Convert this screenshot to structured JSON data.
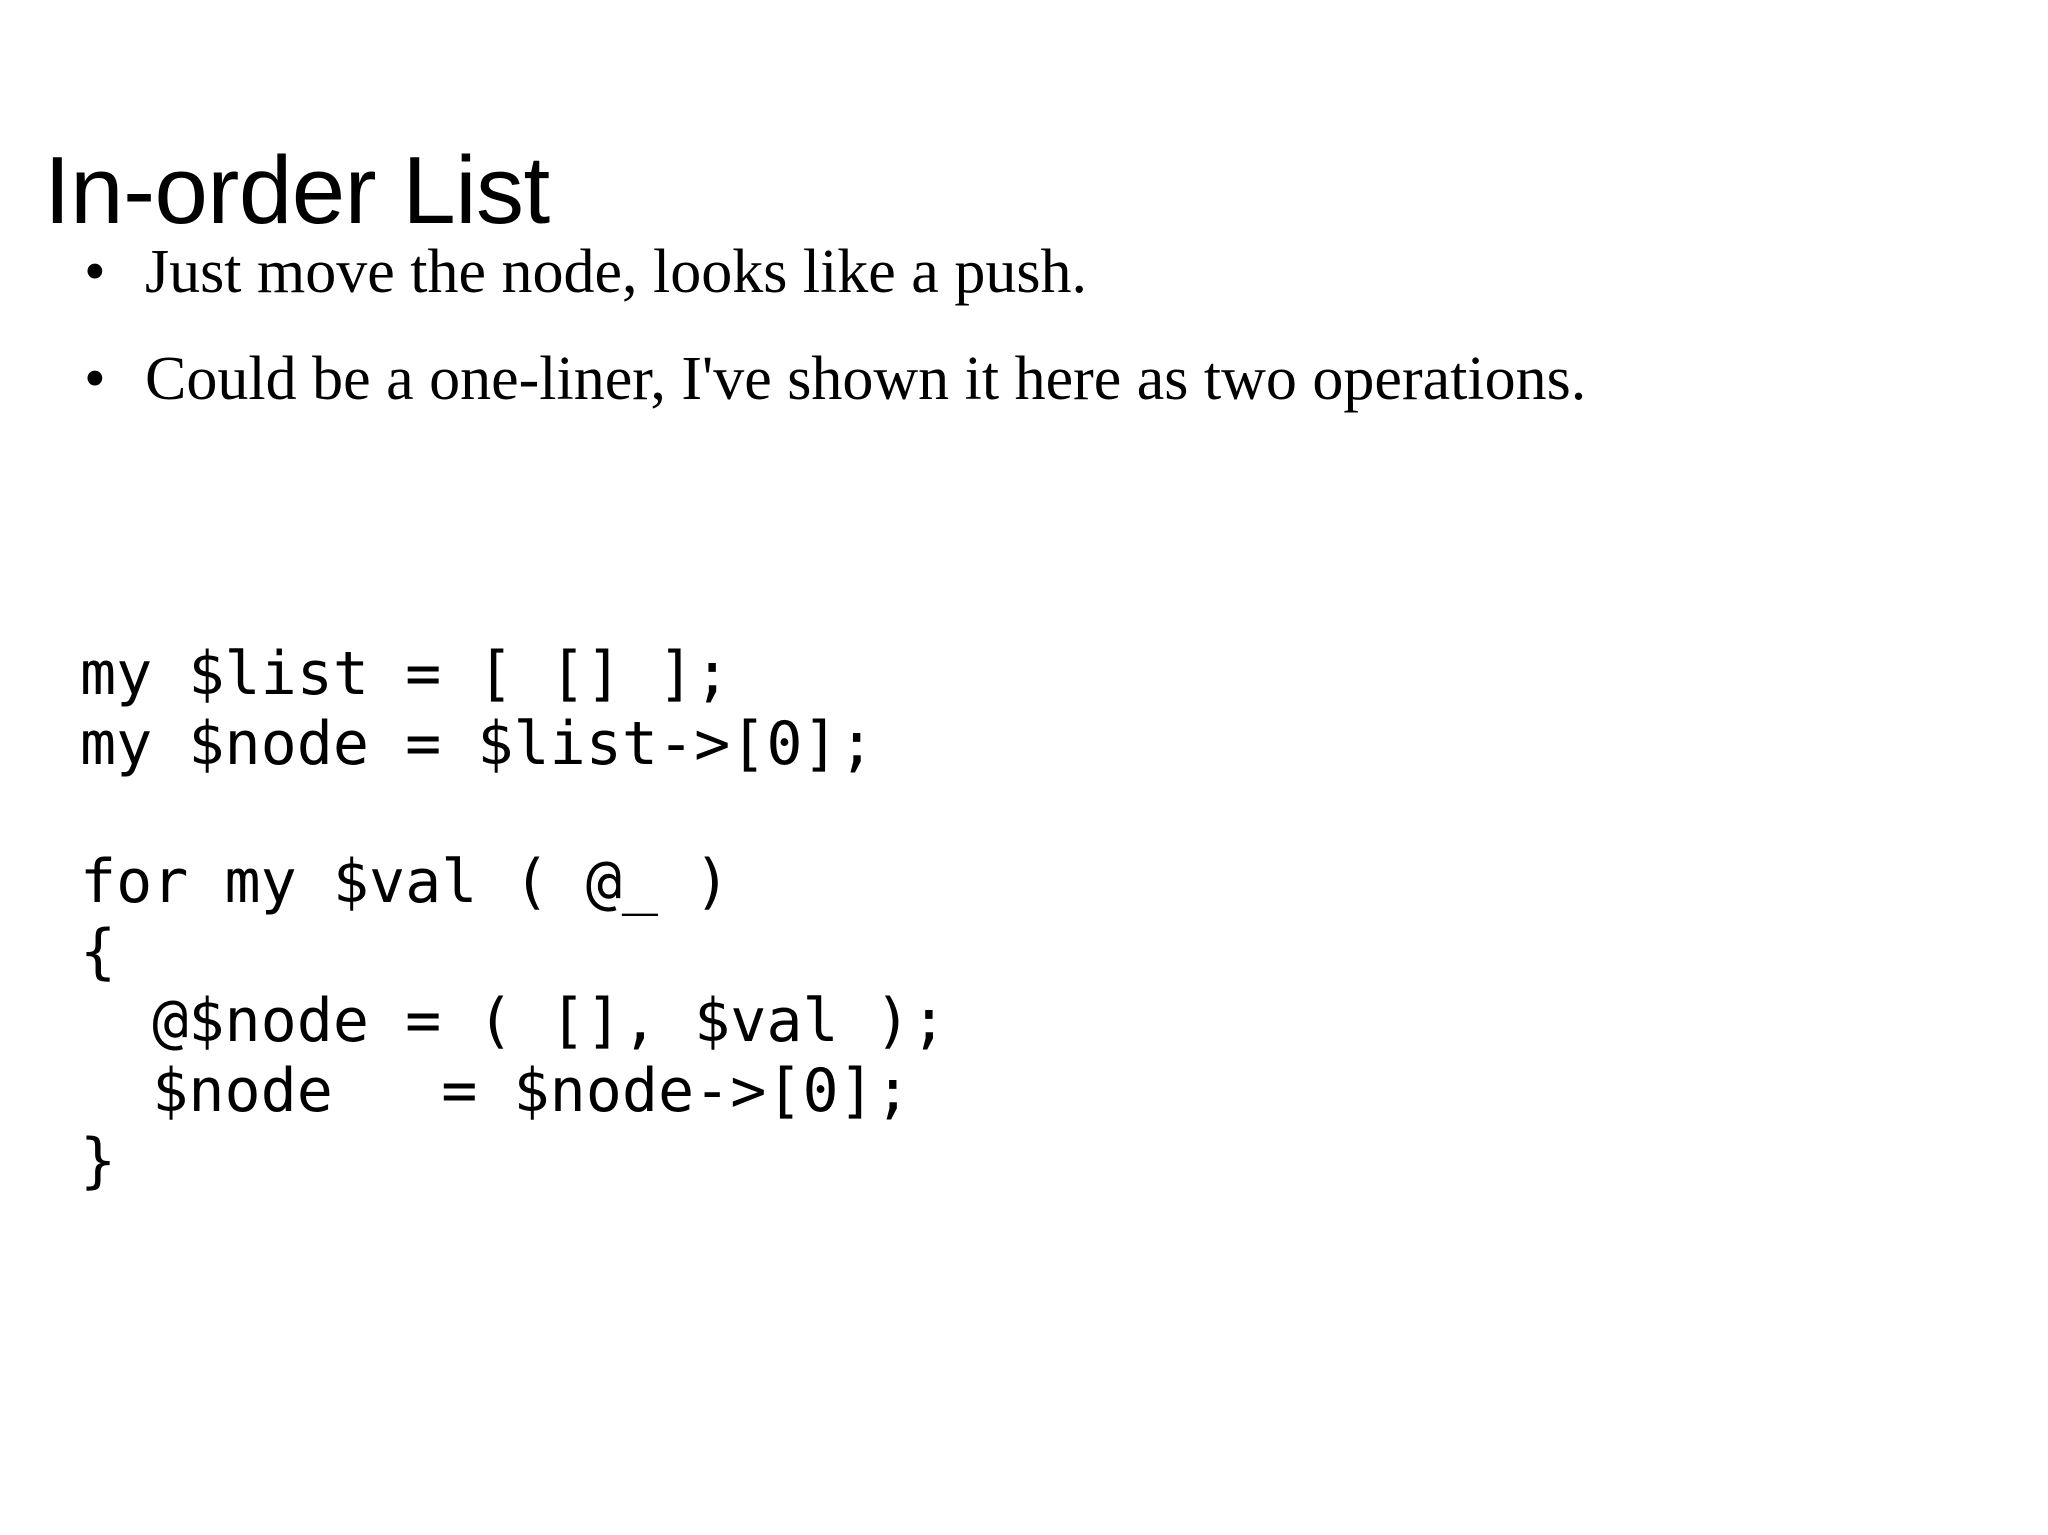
{
  "slide": {
    "title": "In-order List",
    "bullets": [
      {
        "marker": "•",
        "text": "Just move the node, looks like a push."
      },
      {
        "marker": "•",
        "text": "Could be a one-liner, I've shown it here as two operations."
      }
    ],
    "code": {
      "language": "perl",
      "lines": [
        "my $list = [ [] ];",
        "my $node = $list->[0];",
        "",
        "for my $val ( @_ )",
        "{",
        "  @$node = ( [], $val );",
        "  $node   = $node->[0];",
        "}"
      ]
    },
    "colors": {
      "background": "#ffffff",
      "text": "#000000"
    }
  }
}
